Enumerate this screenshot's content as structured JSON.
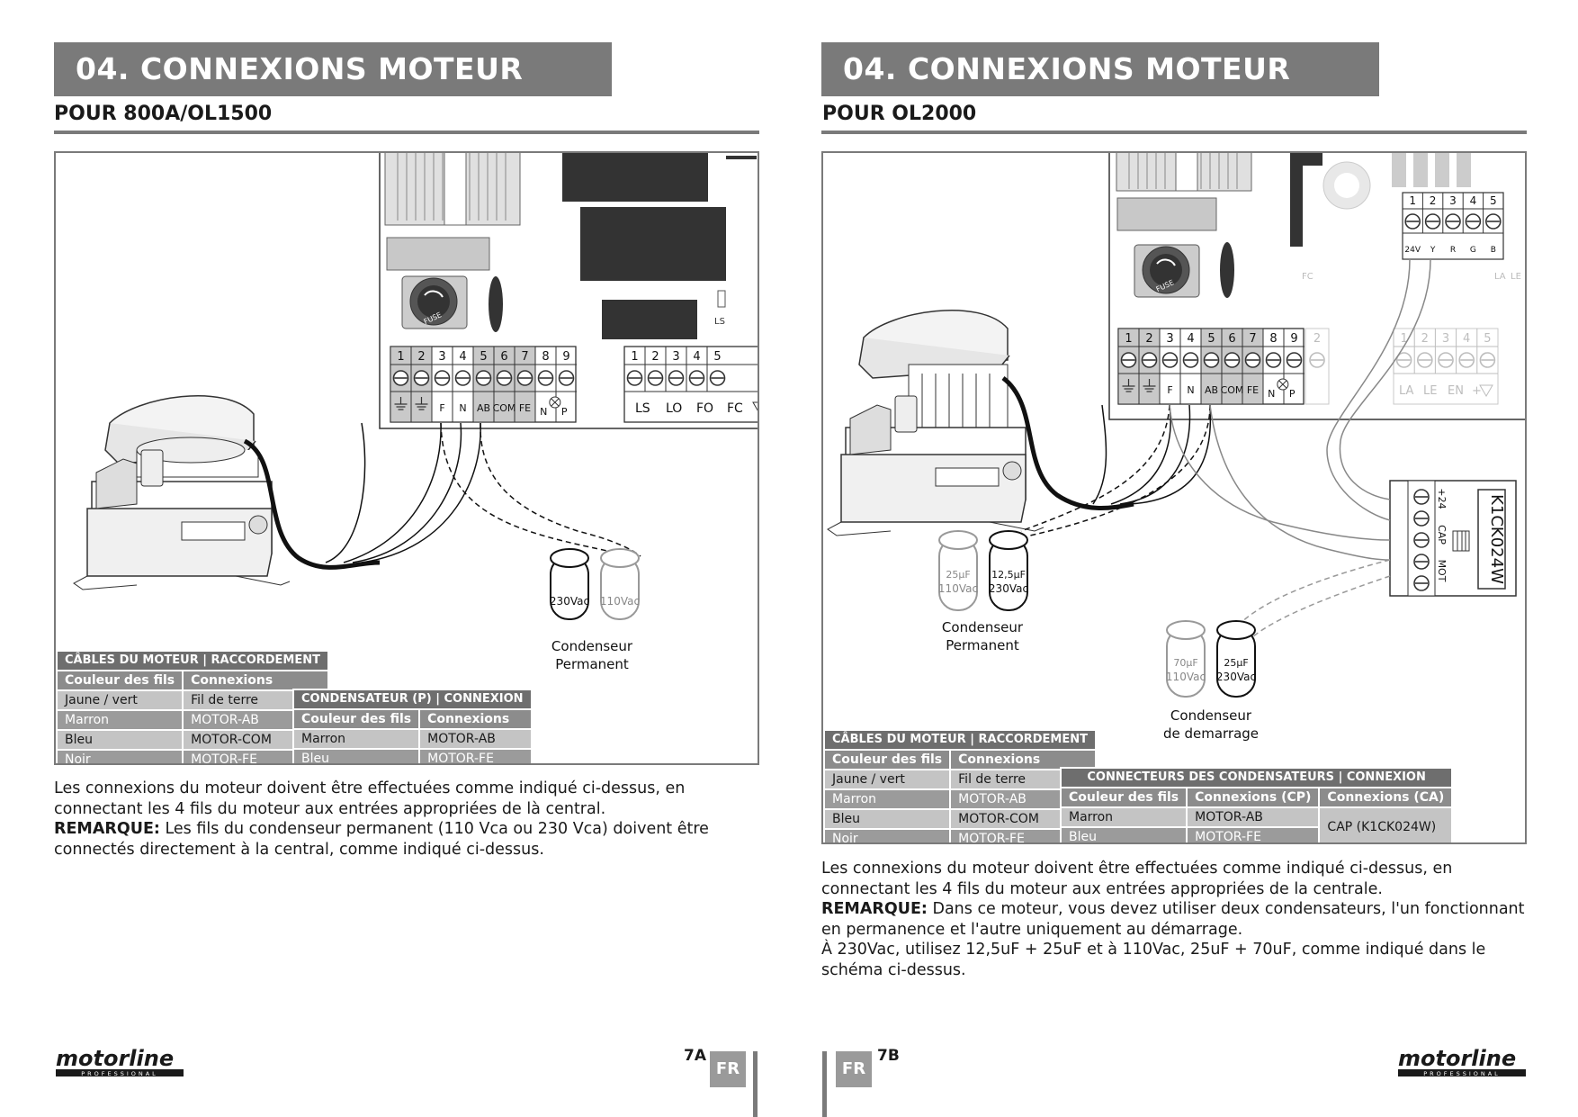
{
  "page_a": {
    "header": "04. CONNEXIONS MOTEUR",
    "subtitle": "POUR 800A/OL1500",
    "terminal_left": {
      "numbers": [
        "1",
        "2",
        "3",
        "4",
        "5",
        "6",
        "7",
        "8",
        "9"
      ],
      "labels": [
        "F",
        "N",
        "AB",
        "COM",
        "FE",
        "N",
        "P"
      ]
    },
    "terminal_right": {
      "numbers": [
        "1",
        "2",
        "3",
        "4",
        "5"
      ],
      "labels": [
        "LS",
        "LO",
        "FO",
        "FC"
      ]
    },
    "board_label": "LS",
    "fuse_label": "FUSE",
    "capacitors": [
      {
        "text": "230Vac"
      },
      {
        "text": "110Vac"
      }
    ],
    "capacitor_caption_1": "Condenseur",
    "capacitor_caption_2": "Permanent",
    "cables_table": {
      "title": "CÂBLES DU MOTEUR | RACCORDEMENT",
      "headers": [
        "Couleur des fils",
        "Connexions"
      ],
      "rows": [
        [
          "Jaune / vert",
          "Fil de terre"
        ],
        [
          "Marron",
          "MOTOR-AB"
        ],
        [
          "Bleu",
          "MOTOR-COM"
        ],
        [
          "Noir",
          "MOTOR-FE"
        ]
      ]
    },
    "cond_table": {
      "title": "CONDENSATEUR (P) | CONNEXION",
      "headers": [
        "Couleur des fils",
        "Connexions"
      ],
      "rows": [
        [
          "Marron",
          "MOTOR-AB"
        ],
        [
          "Bleu",
          "MOTOR-FE"
        ]
      ]
    },
    "text_1": "Les connexions du moteur doivent être effectuées comme indiqué ci-dessus, en connectant les 4 fils du moteur aux entrées appropriées de là central.",
    "remark_label": "REMARQUE:",
    "remark_text": " Les fils du condenseur permanent (110 Vca ou 230 Vca) doivent être connectés directement à la central, comme indiqué ci-dessus.",
    "page_number": "7A",
    "lang": "FR",
    "logo": "motorline",
    "logo_sub": "PROFESSIONAL"
  },
  "page_b": {
    "header": "04. CONNEXIONS MOTEUR",
    "subtitle": "POUR OL2000",
    "terminal_main": {
      "numbers": [
        "1",
        "2",
        "3",
        "4",
        "5",
        "6",
        "7",
        "8",
        "9"
      ],
      "labels": [
        "F",
        "N",
        "AB",
        "COM",
        "FE",
        "N",
        "P"
      ]
    },
    "terminal_top": {
      "numbers": [
        "1",
        "2",
        "3",
        "4",
        "5"
      ],
      "labels": [
        "24V",
        "Y",
        "R",
        "G",
        "B"
      ]
    },
    "terminal_faded": {
      "numbers": [
        "2",
        "1",
        "2",
        "3",
        "4",
        "5"
      ],
      "labels": [
        "LA",
        "LE",
        "EN",
        "+V"
      ]
    },
    "side_labels": [
      "FC",
      "LA",
      "LE"
    ],
    "fuse_label": "FUSE",
    "module": {
      "name": "K1CK024W",
      "labels": [
        "+24",
        "CAP",
        "MOT"
      ]
    },
    "capacitors_perm": [
      {
        "l1": "25µF",
        "l2": "110Vac"
      },
      {
        "l1": "12,5µF",
        "l2": "230Vac"
      }
    ],
    "capacitors_start": [
      {
        "l1": "70µF",
        "l2": "110Vac"
      },
      {
        "l1": "25µF",
        "l2": "230Vac"
      }
    ],
    "cap_perm_caption_1": "Condenseur",
    "cap_perm_caption_2": "Permanent",
    "cap_start_caption_1": "Condenseur",
    "cap_start_caption_2": "de demarrage",
    "cables_table": {
      "title": "CÂBLES DU MOTEUR | RACCORDEMENT",
      "headers": [
        "Couleur des fils",
        "Connexions"
      ],
      "rows": [
        [
          "Jaune / vert",
          "Fil de terre"
        ],
        [
          "Marron",
          "MOTOR-AB"
        ],
        [
          "Bleu",
          "MOTOR-COM"
        ],
        [
          "Noir",
          "MOTOR-FE"
        ]
      ]
    },
    "cond_table": {
      "title": "CONNECTEURS DES CONDENSATEURS | CONNEXION",
      "headers": [
        "Couleur des fils",
        "Connexions (CP)",
        "Connexions (CA)"
      ],
      "rows": [
        [
          "Marron",
          "MOTOR-AB"
        ],
        [
          "Bleu",
          "MOTOR-FE"
        ]
      ],
      "ca_value": "CAP (K1CK024W)"
    },
    "text_1": "Les connexions du moteur doivent être effectuées comme indiqué ci-dessus, en connectant les 4 fils du moteur aux entrées appropriées de la centrale.",
    "remark_label": "REMARQUE:",
    "remark_text": " Dans ce moteur, vous devez utiliser deux condensateurs, l'un fonctionnant en permanence et l'autre uniquement au démarrage.",
    "text_3": "À 230Vac, utilisez 12,5uF + 25uF et à 110Vac, 25uF + 70uF, comme indiqué dans le schéma ci-dessus.",
    "page_number": "7B",
    "lang": "FR",
    "logo": "motorline",
    "logo_sub": "PROFESSIONAL"
  }
}
